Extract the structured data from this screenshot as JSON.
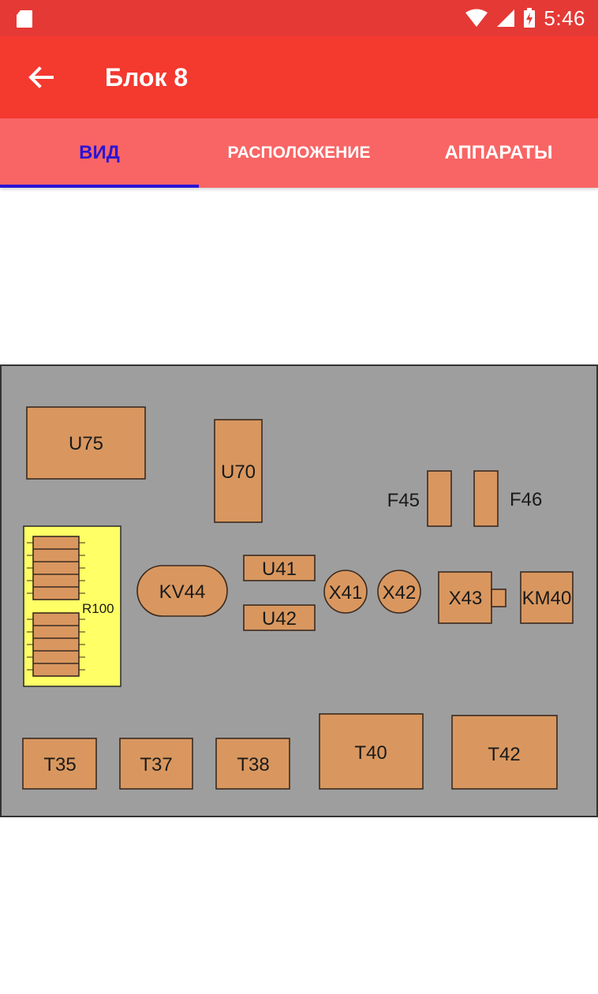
{
  "status_bar": {
    "time": "5:46",
    "icons": [
      "sd-card-icon",
      "wifi-icon",
      "cell-signal-icon",
      "battery-charging-icon"
    ]
  },
  "app_bar": {
    "title": "Блок 8",
    "back_icon": "arrow-back-icon"
  },
  "tabs": [
    {
      "label": "Вид",
      "selected": true
    },
    {
      "label": "Расположение",
      "selected": false
    },
    {
      "label": "Аппараты",
      "selected": false
    }
  ],
  "colors": {
    "status_bar": "#e53935",
    "app_bar": "#f4392f",
    "tabs_bg": "#f96565",
    "tab_selected": "#2b14d6",
    "panel": "#9e9e9e",
    "component": "#d9975f",
    "resistor_zone": "#ffff66"
  },
  "diagram": {
    "components": {
      "U75": "U75",
      "U70": "U70",
      "F45": "F45",
      "F46": "F46",
      "R100": "R100",
      "KV44": "KV44",
      "U41": "U41",
      "U42": "U42",
      "X41": "X41",
      "X42": "X42",
      "X43": "X43",
      "KM40": "KM40",
      "T35": "T35",
      "T37": "T37",
      "T38": "T38",
      "T40": "T40",
      "T42": "T42"
    }
  }
}
